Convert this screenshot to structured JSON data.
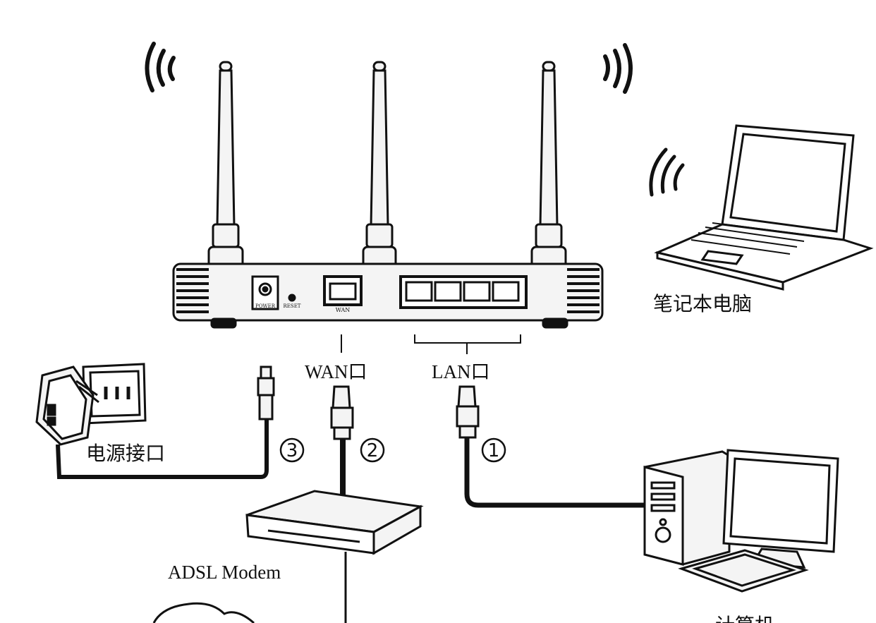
{
  "labels": {
    "laptop": "笔记本电脑",
    "wan_port": "WAN口",
    "lan_port": "LAN口",
    "power_port": "电源接口",
    "modem": "ADSL Modem",
    "computer": "计算机"
  },
  "steps": {
    "one": "1",
    "two": "2",
    "three": "3"
  },
  "router_small_text": {
    "power": "POWER",
    "reset": "RESET",
    "wan": "WAN"
  },
  "colors": {
    "ink": "#111111",
    "background": "#ffffff",
    "device_fill": "#f4f4f4"
  },
  "icons": [
    "wireless-router-icon",
    "laptop-icon",
    "desktop-computer-icon",
    "adsl-modem-icon",
    "power-adapter-icon",
    "wall-socket-icon",
    "rj45-plug-icon",
    "dc-plug-icon",
    "wifi-signal-icon",
    "cloud-icon"
  ]
}
